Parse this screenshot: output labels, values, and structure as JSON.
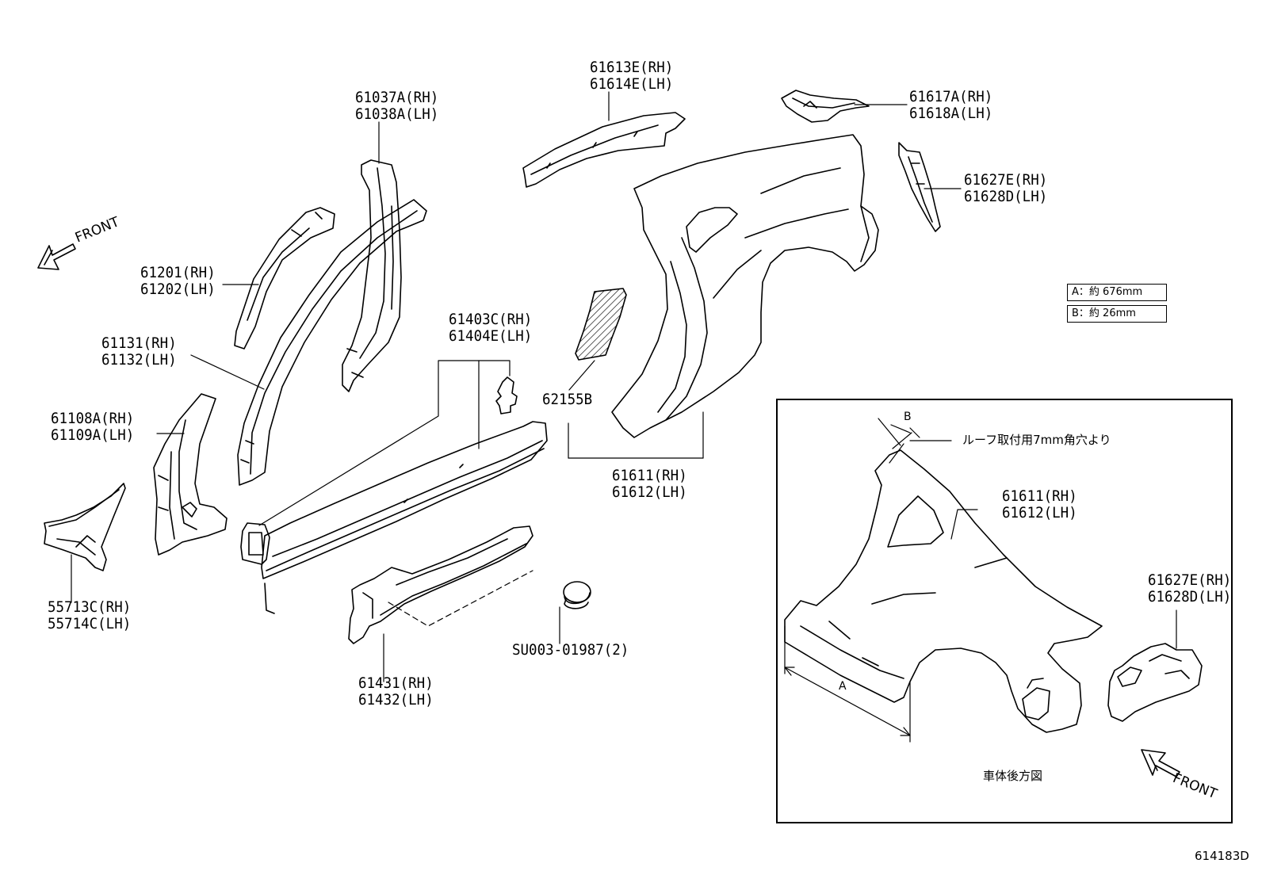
{
  "labels": {
    "p61613E": "61613E(RH)",
    "p61614E": "61614E(LH)",
    "p61037A": "61037A(RH)",
    "p61038A": "61038A(LH)",
    "p61617A": "61617A(RH)",
    "p61618A": "61618A(LH)",
    "p61627E": "61627E(RH)",
    "p61628D": "61628D(LH)",
    "p61201": "61201(RH)",
    "p61202": "61202(LH)",
    "p61131": "61131(RH)",
    "p61132": "61132(LH)",
    "p61403C": "61403C(RH)",
    "p61404E": "61404E(LH)",
    "p61108A": "61108A(RH)",
    "p61109A": "61109A(LH)",
    "p62155B": "62155B",
    "p61611": "61611(RH)",
    "p61612": "61612(LH)",
    "p55713C": "55713C(RH)",
    "p55714C": "55714C(LH)",
    "pSU003": "SU003-01987(2)",
    "p61431": "61431(RH)",
    "p61432": "61432(LH)"
  },
  "front_label": "FRONT",
  "dimension_notes": {
    "a": "A：約 676mm",
    "b": "B：約 26mm"
  },
  "inset": {
    "roof_note": "ルーフ取付用7mm角穴より",
    "p61611": "61611(RH)",
    "p61612": "61612(LH)",
    "p61627E": "61627E(RH)",
    "p61628D": "61628D(LH)",
    "dim_a": "A",
    "dim_b": "B",
    "caption": "車体後方図",
    "front_label": "FRONT"
  },
  "drawing_code": "614183D"
}
